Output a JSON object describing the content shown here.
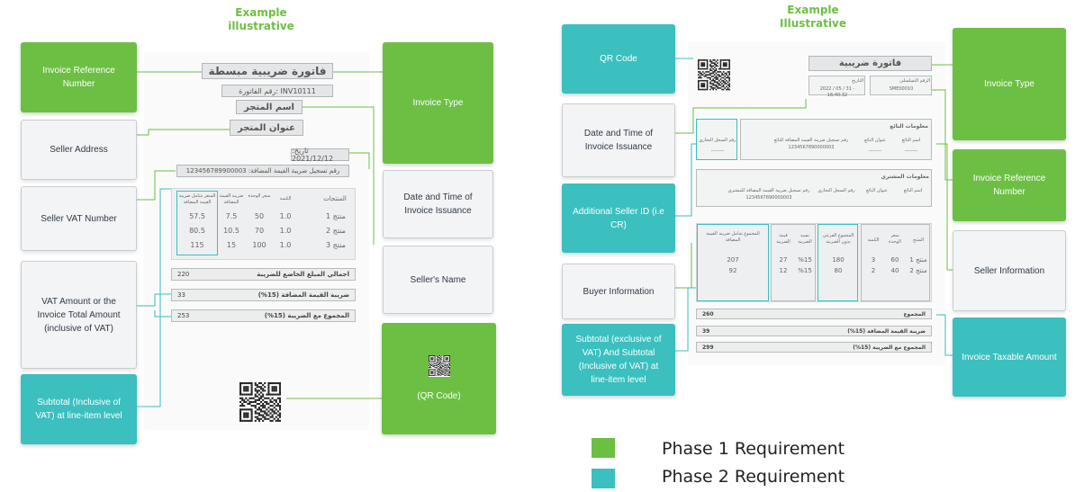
{
  "left": {
    "title_line1": "Example",
    "title_line2": "illustrative",
    "boxes": {
      "invoice_ref": "Invoice Reference Number",
      "seller_address": "Seller Address",
      "seller_vat": "Seller VAT Number",
      "vat_amount": "VAT Amount or the Invoice Total Amount (inclusive of VAT)",
      "subtotal": "Subtotal (Inclusive of VAT) at line-item level",
      "invoice_type": "Invoice Type",
      "date_time": "Date and Time of Invoice Issuance",
      "sellers_name": "Seller's Name",
      "qr_code": "(QR Code)"
    },
    "invoice": {
      "title": "فاتورة ضريبية مبسطة",
      "number": "رقم الفاتورة: INV10111",
      "store_name": "اسم المتجر",
      "store_address": "عنوان المتجر",
      "date": "تاريخ: 2021/12/12",
      "vat_reg": "رقم تسجيل ضريبة القيمة المضافة: 123456789900003",
      "headers": [
        "المنتجات",
        "الكمية",
        "سعر الوحدة",
        "ضريبة القيمة المضافة",
        "السعر شامل ضريبة القيمة المضافة"
      ],
      "rows": [
        {
          "product": "منتج 1",
          "qty": "1.0",
          "price": "50",
          "vat": "7.5",
          "total": "57.5"
        },
        {
          "product": "منتج 2",
          "qty": "1.0",
          "price": "70",
          "vat": "10.5",
          "total": "80.5"
        },
        {
          "product": "منتج 3",
          "qty": "1.0",
          "price": "100",
          "vat": "15",
          "total": "115"
        }
      ],
      "taxable_label": "اجمالي المبلغ الخاضع للضريبة",
      "taxable_value": "220",
      "vat_label": "ضريبة القيمة المضافة (15%)",
      "vat_value": "33",
      "total_label": "المجموع مع الضريبة (15%)",
      "total_value": "253"
    }
  },
  "right": {
    "title_line1": "Example",
    "title_line2": "Illustrative",
    "boxes": {
      "qr_code": "QR Code",
      "date_time": "Date and Time of Invoice Issuance",
      "additional_seller": "Additional Seller ID (i.e CR)",
      "buyer_info": "Buyer Information",
      "subtotal": "Subtotal (exclusive of VAT) And Subtotal (Inclusive of VAT) at line-item level",
      "invoice_type": "Invoice Type",
      "invoice_ref": "Invoice Reference Number",
      "seller_info": "Seller Information",
      "taxable_amount": "Invoice Taxable Amount"
    },
    "invoice": {
      "title": "فاتورة ضريبية",
      "date_label": "التاريخ",
      "date": "2022 / 05 / 31 - 16:40:32",
      "serial_label": "الرقم التسلسلي",
      "serial": "SME00010",
      "seller_title": "معلومات البائع",
      "buyer_title": "معلومات المشتري",
      "f_name": "اسم البائع",
      "f_address": "عنوان البائع",
      "f_vat": "رقم تسجيل ضريبة القيمة المضافة للبائع",
      "f_vat_buyer": "رقم تسجيل ضريبة القيمة المضافة للمشتري",
      "f_cr": "رقم السجل التجاري",
      "vat_no": "1234567890000003",
      "placeholder": "--------",
      "headers": [
        "المنتج",
        "سعر الوحدة",
        "الكمية",
        "المجموع الفرعي بدون الضريبة",
        "نسبة الضريبة",
        "قيمة الضريبة",
        "المجموع شامل ضريبة القيمة المضافة"
      ],
      "rows": [
        {
          "product": "منتج 1",
          "price": "60",
          "qty": "3",
          "subtotal": "180",
          "rate": "%15",
          "vat": "27",
          "total": "207"
        },
        {
          "product": "منتج 2",
          "price": "40",
          "qty": "2",
          "subtotal": "80",
          "rate": "%15",
          "vat": "12",
          "total": "92"
        }
      ],
      "sum_label": "المجموع",
      "sum_value": "260",
      "vat_label": "ضريبة القيمة المضافة (15%)",
      "vat_value": "39",
      "total_label": "المجموع مع الضريبة (15%)",
      "total_value": "299"
    }
  },
  "legend": {
    "phase1": "Phase 1 Requirement",
    "phase2": "Phase 2 Requirement",
    "phase1_color": "#6cbf43",
    "phase2_color": "#3bbfbf"
  },
  "colors": {
    "green": "#6cbf43",
    "teal": "#3bbfbf",
    "connector_green": "#6cbf43",
    "connector_teal": "#3bbfbf"
  }
}
